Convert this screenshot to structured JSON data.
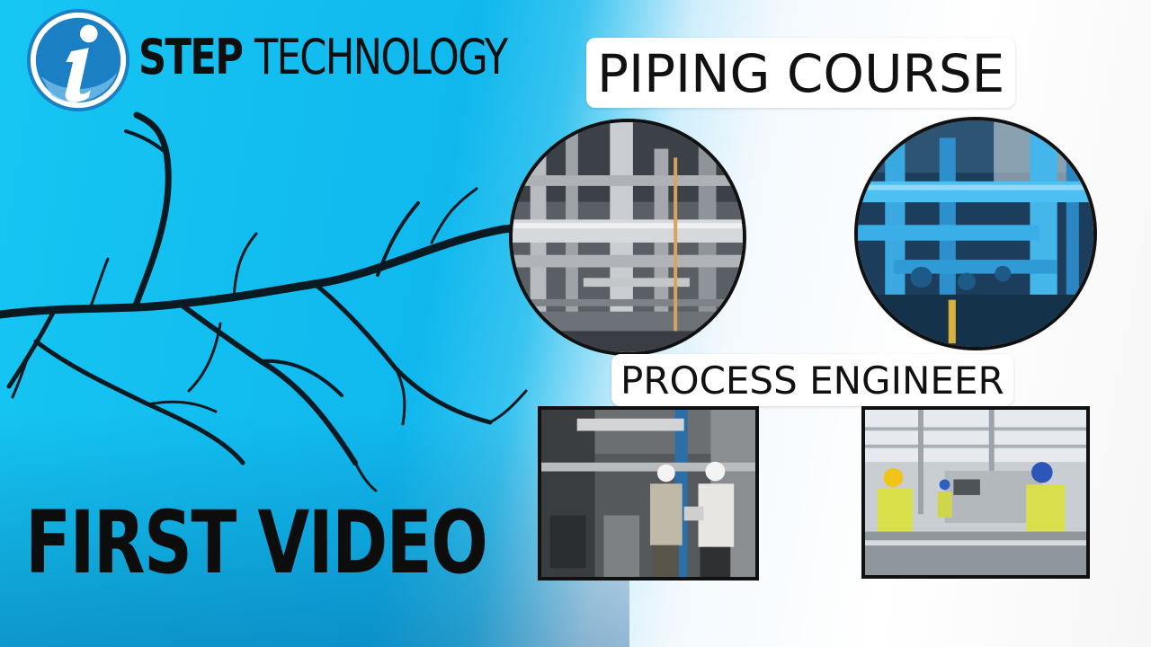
{
  "brand": {
    "name_bold": "STEP",
    "name_light": "TECHNOLOGY",
    "logo_letter": "i",
    "logo_icon": "info-i-icon"
  },
  "titles": {
    "piping": "PIPING COURSE",
    "process": "PROCESS ENGINEER",
    "first_video": "FIRST VIDEO"
  },
  "images": [
    {
      "name": "silver-industrial-pipes"
    },
    {
      "name": "blue-industrial-pipes"
    },
    {
      "name": "engineers-inspecting-pipes"
    },
    {
      "name": "workers-in-factory-line"
    }
  ],
  "colors": {
    "sky_blue": "#16c6f2",
    "text_black": "#0f0f0f",
    "logo_blue": "#1b7fc4"
  }
}
